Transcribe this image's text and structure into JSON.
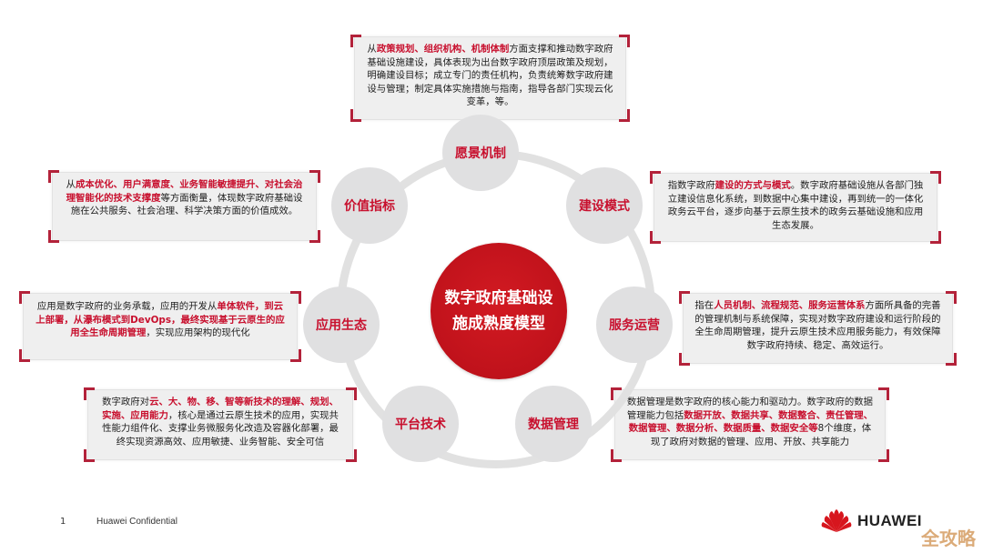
{
  "diagram": {
    "center_title_line1": "数字政府基础设",
    "center_title_line2": "施成熟度模型",
    "colors": {
      "accent_red": "#c8102e",
      "center_circle": "#c0121b",
      "node_gray": "#e0e0e1",
      "box_gray": "#efefef",
      "bracket": "#b3223a"
    },
    "nodes": [
      {
        "id": "vision",
        "label": "愿景机制"
      },
      {
        "id": "construction",
        "label": "建设模式"
      },
      {
        "id": "operation",
        "label": "服务运营"
      },
      {
        "id": "data",
        "label": "数据管理"
      },
      {
        "id": "platform",
        "label": "平台技术"
      },
      {
        "id": "app",
        "label": "应用生态"
      },
      {
        "id": "value",
        "label": "价值指标"
      }
    ],
    "descriptions": {
      "vision": {
        "segments": [
          {
            "t": "从",
            "h": false
          },
          {
            "t": "政策规划、组织机构、机制体制",
            "h": true
          },
          {
            "t": "方面支撑和推动数字政府基础设施建设，具体表现为出台数字政府顶层政策及规划，明确建设目标；成立专门的责任机构，负责统筹数字政府建设与管理；制定具体实施措施与指南，指导各部门实现云化变革，等。",
            "h": false
          }
        ]
      },
      "construction": {
        "segments": [
          {
            "t": "指数字政府",
            "h": false
          },
          {
            "t": "建设的方式与模式",
            "h": true
          },
          {
            "t": "。数字政府基础设施从各部门独立建设信息化系统，到数据中心集中建设，再到统一的一体化政务云平台，逐步向基于云原生技术的政务云基础设施和应用生态发展。",
            "h": false
          }
        ]
      },
      "operation": {
        "segments": [
          {
            "t": "指在",
            "h": false
          },
          {
            "t": "人员机制、流程规范、服务运营体系",
            "h": true
          },
          {
            "t": "方面所具备的完善的管理机制与系统保障，实现对数字政府建设和运行阶段的全生命周期管理，提升云原生技术应用服务能力，有效保障数字政府持续、稳定、高效运行。",
            "h": false
          }
        ]
      },
      "data": {
        "segments": [
          {
            "t": "数据管理是数字政府的核心能力和驱动力。数字政府的数据管理能力包括",
            "h": false
          },
          {
            "t": "数据开放、数据共享、数据整合、责任管理、数据管理、数据分析、数据质量、数据安全等",
            "h": true
          },
          {
            "t": "8个维度，体现了政府对数据的管理、应用、开放、共享能力",
            "h": false
          }
        ]
      },
      "platform": {
        "segments": [
          {
            "t": "数字政府对",
            "h": false
          },
          {
            "t": "云、大、物、移、智等新技术的理解、规划、实施、应用能力",
            "h": true
          },
          {
            "t": "，核心是通过云原生技术的应用，实现共性能力组件化、支撑业务微服务化改造及容器化部署，最终实现资源高效、应用敏捷、业务智能、安全可信",
            "h": false
          }
        ]
      },
      "app": {
        "segments": [
          {
            "t": "应用是数字政府的业务承载，应用的开发从",
            "h": false
          },
          {
            "t": "单体软件，到云上部署，从瀑布模式到DevOps，最终实现基于云原生的应用全生命周期管理",
            "h": true
          },
          {
            "t": "，实现应用架构的现代化",
            "h": false
          }
        ]
      },
      "value": {
        "segments": [
          {
            "t": "从",
            "h": false
          },
          {
            "t": "成本优化、用户满意度、业务智能敏捷提升、对社会治理智能化的技术支撑度",
            "h": true
          },
          {
            "t": "等方面衡量，体现数字政府基础设施在公共服务、社会治理、科学决策方面的价值成效。",
            "h": false
          }
        ]
      }
    }
  },
  "footer": {
    "page_number": "1",
    "confidential_label": "Huawei Confidential",
    "logo_text": "HUAWEI",
    "logo_icon": "huawei-petal-logo",
    "watermark": "全攻略"
  }
}
